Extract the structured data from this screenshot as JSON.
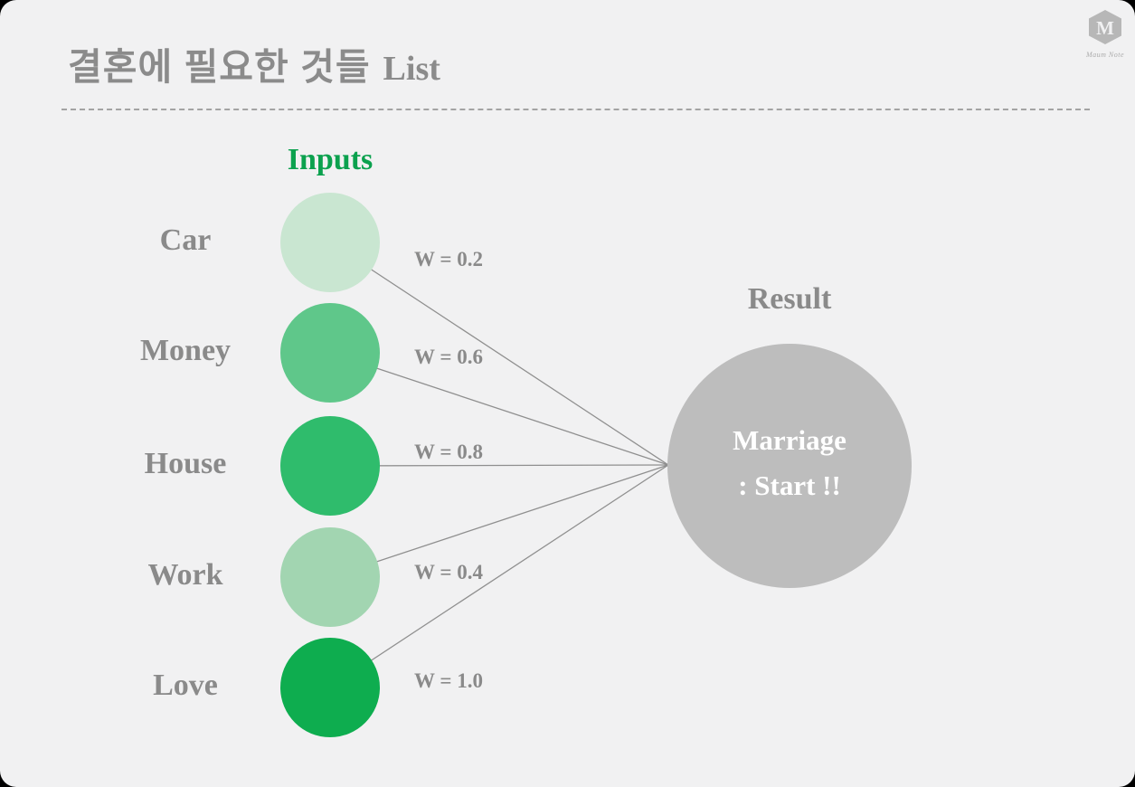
{
  "logo": {
    "icon": "hexagon-m-logo",
    "caption": "Maum Note"
  },
  "header": {
    "title_ko": "결혼에 필요한 것들",
    "title_suffix": "List"
  },
  "diagram": {
    "inputs_label": "Inputs",
    "inputs_label_color": "#0ba14e",
    "result_label": "Result",
    "result_node": {
      "line1": "Marriage",
      "line2": ": Start !!",
      "color": "#bdbdbd"
    },
    "nodes": [
      {
        "label": "Car",
        "weight": "W = 0.2",
        "color": "#c9e6d1"
      },
      {
        "label": "Money",
        "weight": "W = 0.6",
        "color": "#5fc78a"
      },
      {
        "label": "House",
        "weight": "W = 0.8",
        "color": "#2fbc6c"
      },
      {
        "label": "Work",
        "weight": "W = 0.4",
        "color": "#a2d5b1"
      },
      {
        "label": "Love",
        "weight": "W = 1.0",
        "color": "#0ead4f"
      }
    ],
    "line_color": "#8f8f8f"
  }
}
